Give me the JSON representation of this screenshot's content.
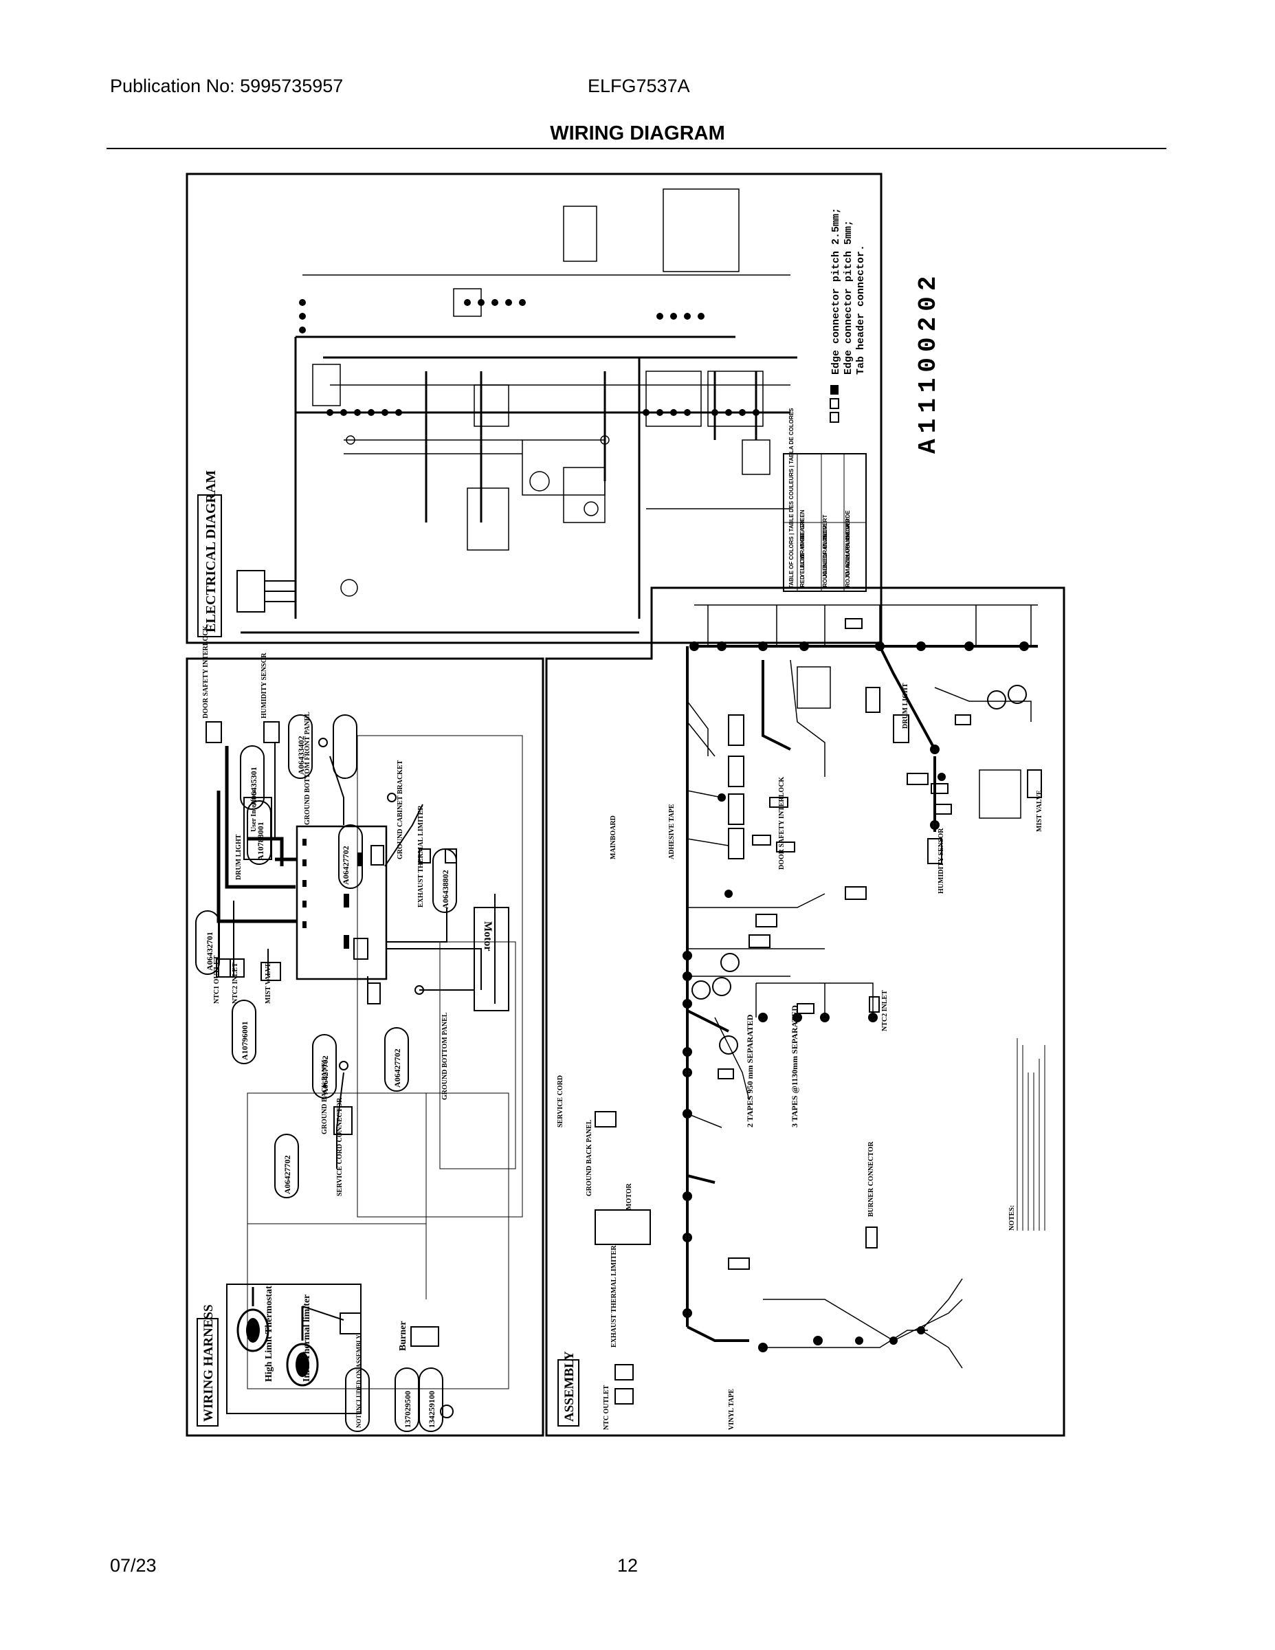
{
  "header": {
    "publication": "Publication No: 5995735957",
    "model": "ELFG7537A",
    "title": "WIRING DIAGRAM"
  },
  "footer": {
    "date": "07/23",
    "page": "12"
  },
  "panels": {
    "electrical": "ELECTRICAL DIAGRAM",
    "harness": "WIRING HARNESS",
    "assembly": "ASSEMBLY"
  },
  "diagram_code": "A11100202",
  "connector_notes": [
    "Edge connector pitch 2.5mm;",
    "Edge connector pitch 5mm;",
    "Tab header connector."
  ],
  "color_table": {
    "title": "TABLE OF COLORS | TABLE DES COULEURS | TABLA DE COLORES",
    "rows": [
      [
        "RED",
        "ROUGE",
        "ROJO"
      ],
      [
        "YELLOW",
        "JAUNE",
        "AMARILLO"
      ],
      [
        "BLUE",
        "BLEU",
        "AZUL"
      ],
      [
        "ORANGE",
        "ORANGE",
        "NARANJA"
      ],
      [
        "WHITE",
        "BLANC",
        "BLANCO"
      ],
      [
        "BLACK",
        "NOIR",
        "NEGRO"
      ],
      [
        "GREEN",
        "VERT",
        "VERDE"
      ]
    ]
  },
  "harness_labels": {
    "part_numbers": [
      "A06432701",
      "A06435301",
      "A10788001",
      "A06433402",
      "A06427702",
      "A06438802",
      "A10796001",
      "A06427702",
      "A06427702",
      "A06427702"
    ],
    "components": [
      "DOOR SAFETY INTERLOCK",
      "HUMIDITY SENSOR",
      "GROUND BOTTOM FRONT PANEL",
      "User Interface",
      "DRUM LIGHT",
      "GROUND CABINET BRACKET",
      "EXHAUST THERMAL LIMITER",
      "Motor",
      "NTC1 OUTLET",
      "NTC2 INLET",
      "MIST VALVE",
      "GROUND BOTTOM PANEL",
      "GROUND BACK PANEL",
      "SERVICE CORD CONNECTOR",
      "High Limit Thermostat",
      "Inlet Thermal limiter",
      "Burner"
    ],
    "burner_parts": [
      "137029500",
      "134259100",
      "NOT INCLUDED ON ASSEMBLY"
    ]
  },
  "assembly_labels": {
    "items": [
      "ADHESIVE TAPE",
      "MAINBOARD",
      "DOOR SAFETY INTERLOCK",
      "HUMIDITY SENSOR",
      "MIST VALVE",
      "DRUM LIGHT",
      "SERVICE CORD",
      "GROUND BACK PANEL",
      "MOTOR",
      "EXHAUST THERMAL LIMITER",
      "NTC OUTLET",
      "VINYL TAPE",
      "BURNER CONNECTOR",
      "NTC2 INLET",
      "2 TAPES 950 mm SEPARATED",
      "3 TAPES @1130mm SEPARATED"
    ],
    "notes_title": "NOTES:"
  }
}
